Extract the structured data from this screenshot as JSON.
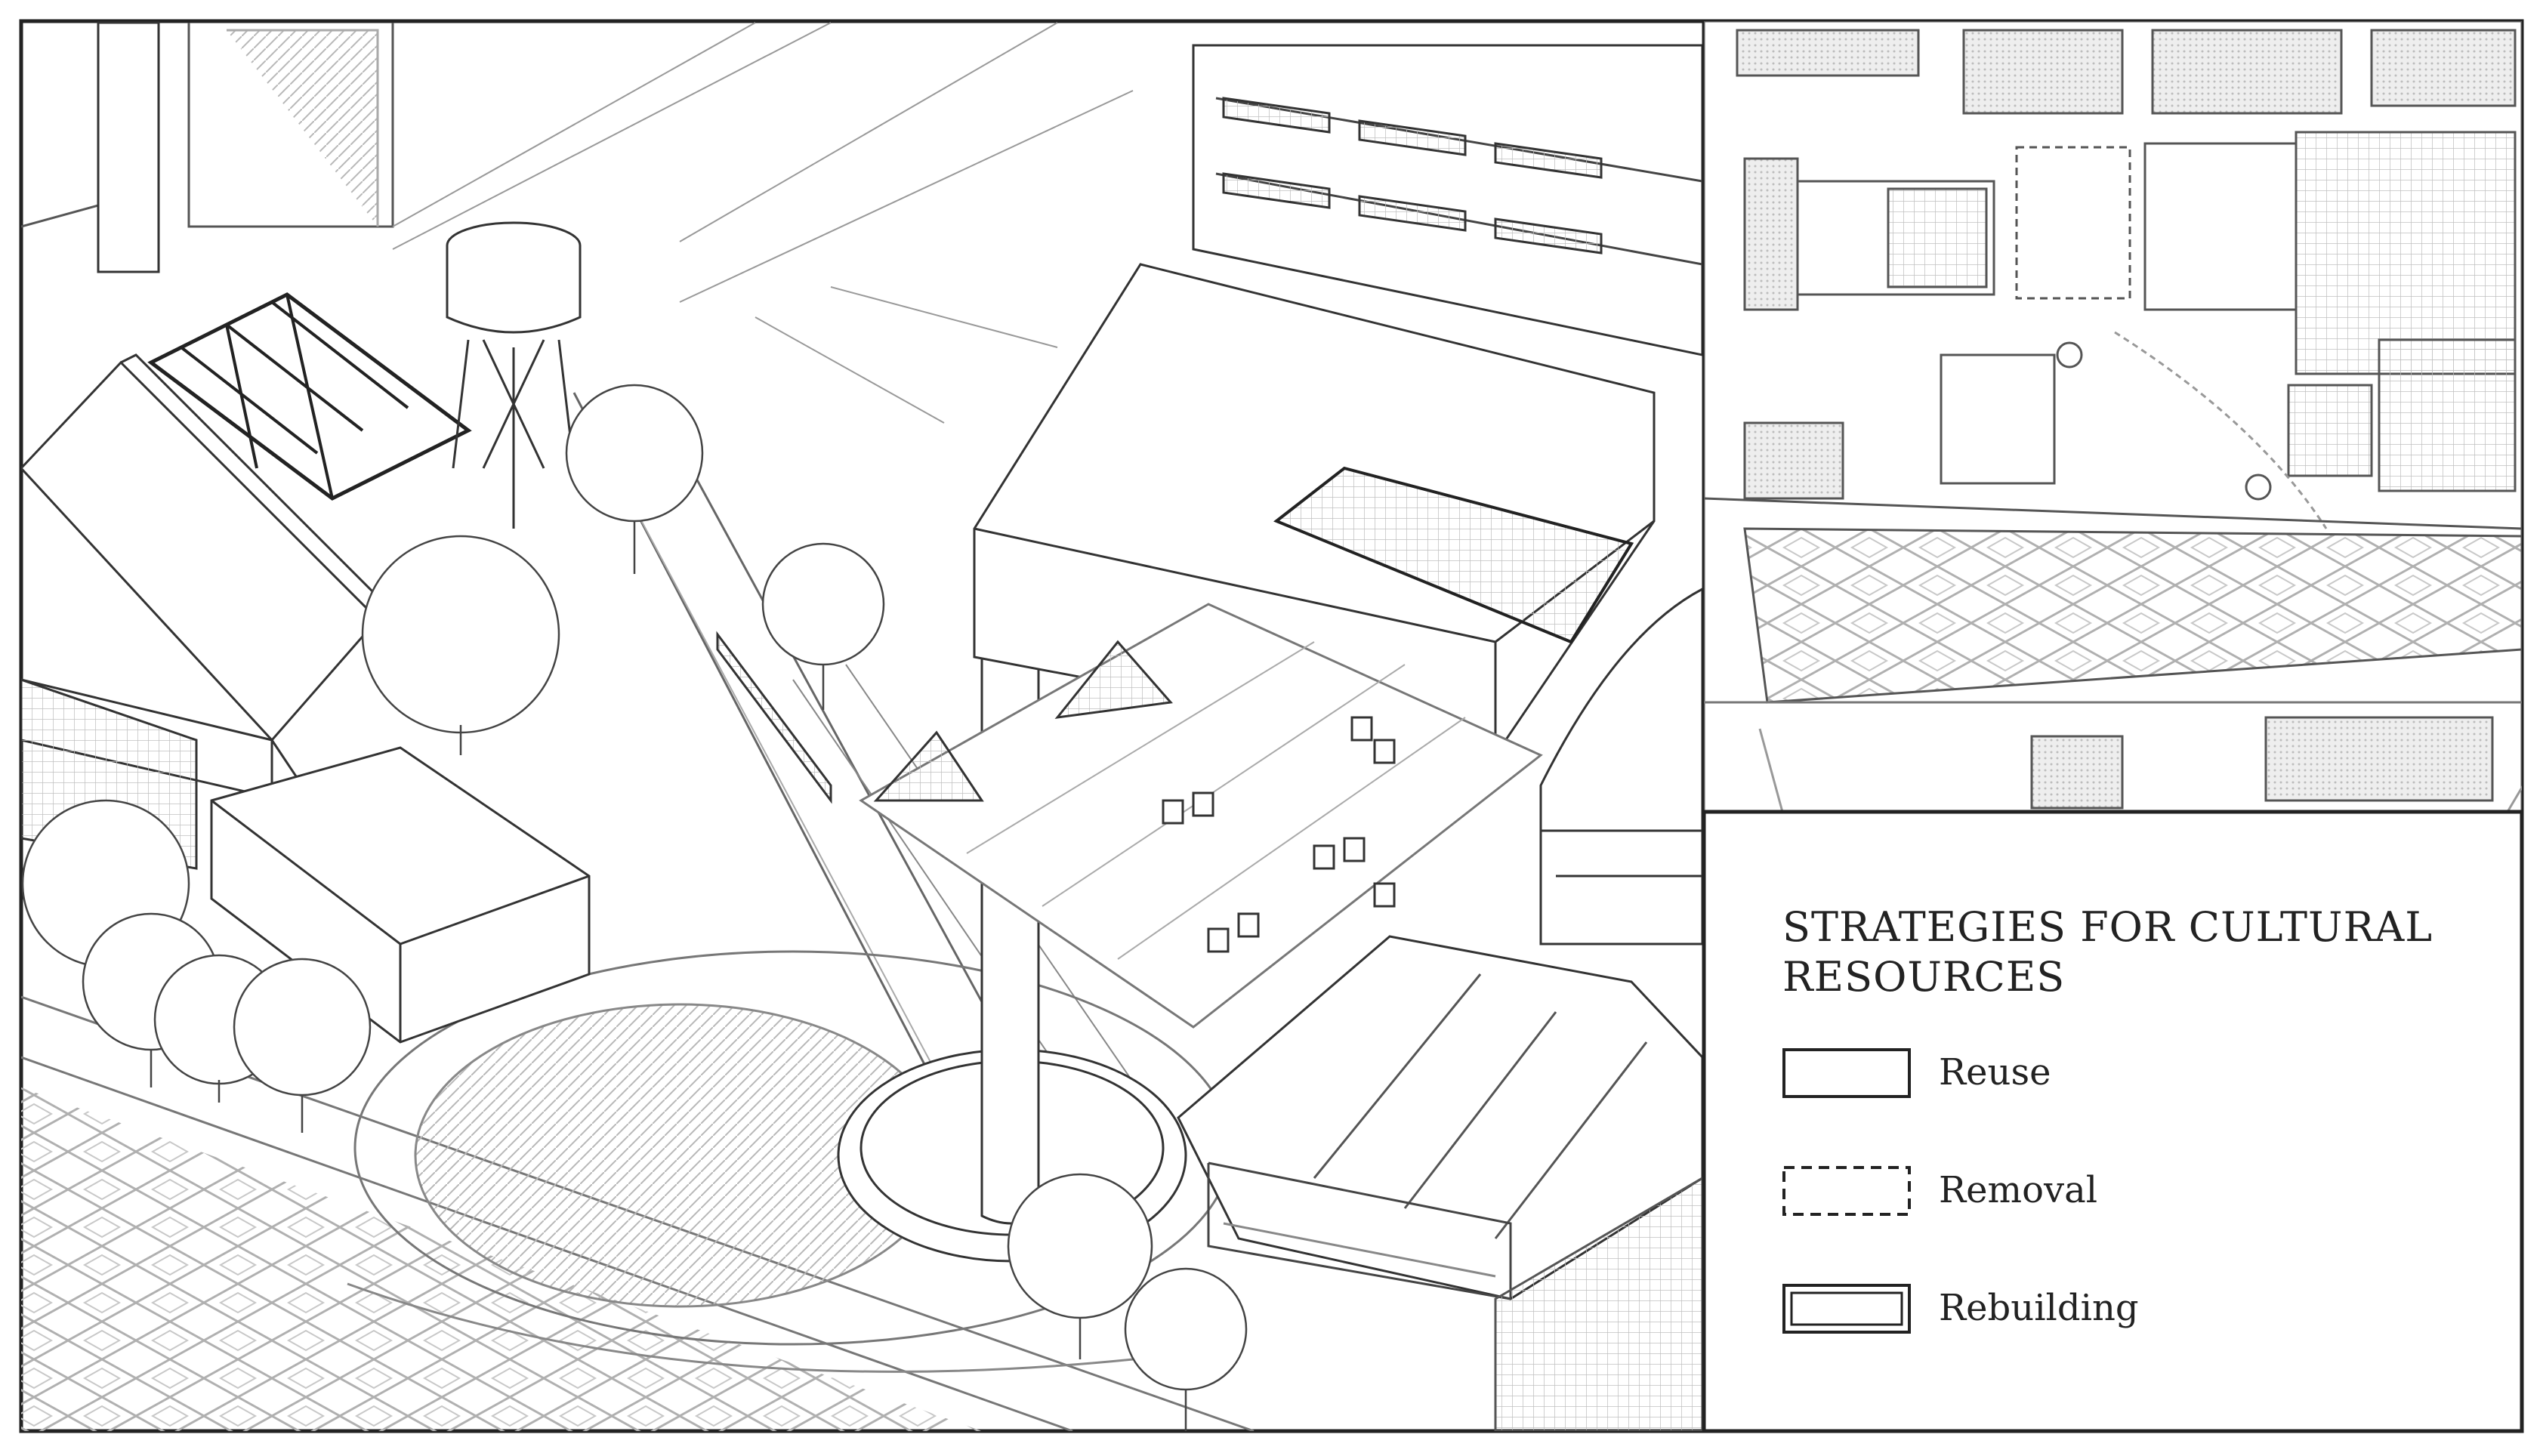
{
  "legend": {
    "title": "STRATEGIES FOR CULTURAL RESOURCES",
    "items": [
      {
        "label": "Reuse",
        "swatch": "solid-outline"
      },
      {
        "label": "Removal",
        "swatch": "dashed-outline"
      },
      {
        "label": "Rebuilding",
        "swatch": "double-outline"
      }
    ]
  },
  "colors": {
    "line": "#333333",
    "light_line": "#9a9a9a",
    "hatch": "#b5b5b5",
    "background": "#ffffff"
  }
}
